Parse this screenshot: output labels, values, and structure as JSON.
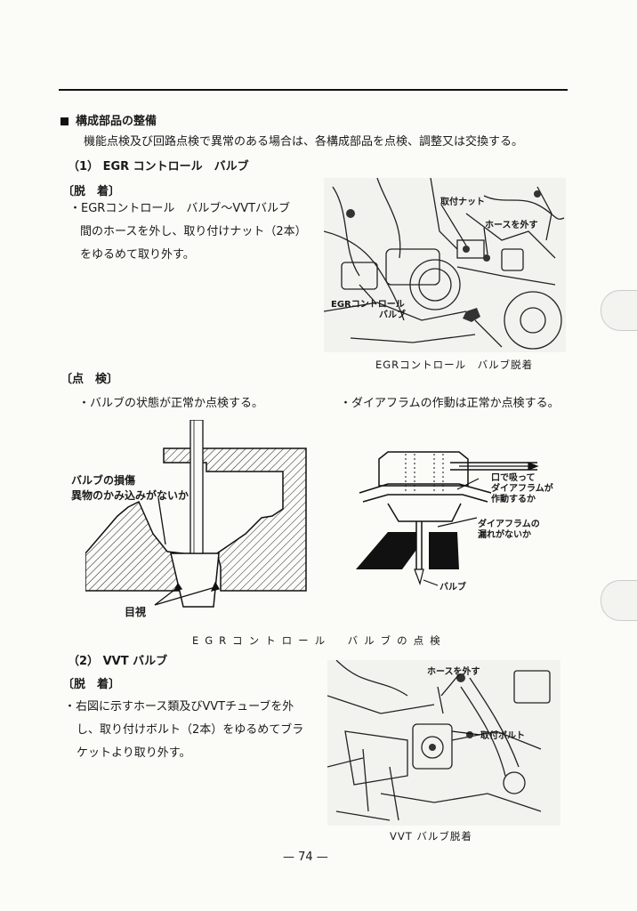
{
  "section_heading": "構成部品の整備",
  "intro": "機能点検及び回路点検で異常のある場合は、各構成部品を点検、調整又は交換する。",
  "part1": {
    "title_num": "（1）",
    "title": "EGR コントロール　バルブ",
    "removal_heading": "〔脱　着〕",
    "removal_lines": [
      "・EGRコントロール　バルブ～VVTバルブ",
      "間のホースを外し、取り付けナット（2本）",
      "をゆるめて取り外す。"
    ],
    "photo_labels": {
      "nut": "取付ナット",
      "hose": "ホースを外す",
      "valve_line1": "EGRコントロール",
      "valve_line2": "バルブ"
    },
    "photo_caption": "EGRコントロール　バルブ脱着",
    "inspection_heading": "〔点　検〕",
    "inspect_left": "・バルブの状態が正常か点検する。",
    "inspect_right": "・ダイアフラムの作動は正常か点検する。",
    "diagram_left_labels": {
      "damage": "バルブの損傷",
      "debris": "異物のかみ込みがないか",
      "visual": "目視"
    },
    "diagram_right_labels": {
      "suck_1": "口で吸って",
      "suck_2": "ダイアフラムが",
      "suck_3": "作動するか",
      "leak_1": "ダイアフラムの",
      "leak_2": "漏れがないか",
      "valve": "バルブ"
    },
    "diagram_caption": "EGRコントロール　バルブの点検"
  },
  "part2": {
    "title_num": "（2）",
    "title": "VVT バルブ",
    "removal_heading": "〔脱　着〕",
    "removal_lines": [
      "・右図に示すホース類及びVVTチューブを外",
      "し、取り付けボルト（2本）をゆるめてブラ",
      "ケットより取り外す。"
    ],
    "photo_labels": {
      "hose": "ホースを外す",
      "bolt": "取付ボルト"
    },
    "photo_caption": "VVT バルブ脱着"
  },
  "page_number": "— 74 —"
}
